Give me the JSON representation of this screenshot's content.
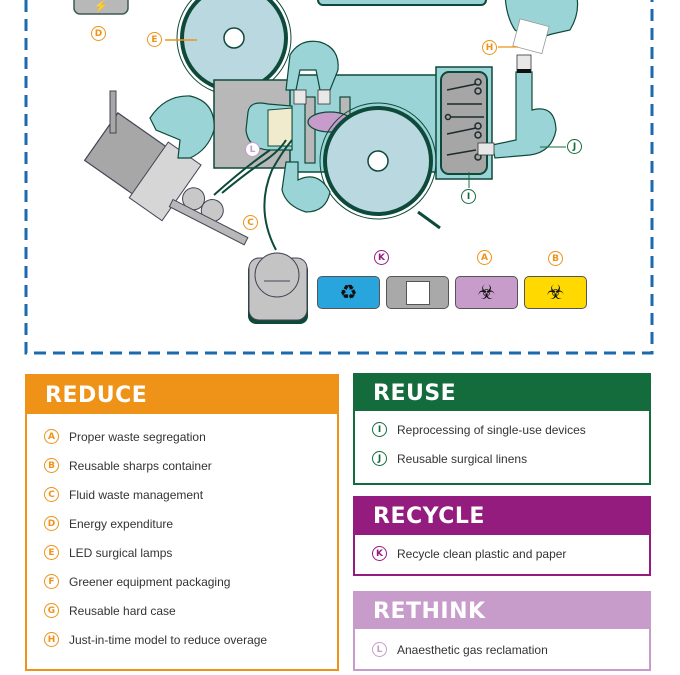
{
  "colors": {
    "reduce": "#ee9318",
    "reuse": "#146c3d",
    "recycle": "#951c7f",
    "rethink": "#c79ccb",
    "boundary_dash": "#1a6aad",
    "scrubs": "#9bd4d6",
    "equipment_gray": "#b8b8b8",
    "outline": "#0e4a3a"
  },
  "diagram": {
    "markers": [
      {
        "letter": "D",
        "label": "Energy expenditure",
        "category": "reduce"
      },
      {
        "letter": "E",
        "label": "LED surgical lamps",
        "category": "reduce"
      },
      {
        "letter": "H",
        "label": "Just-in-time model to reduce overage",
        "category": "reduce"
      },
      {
        "letter": "L",
        "label": "Anaesthetic gas reclamation",
        "category": "rethink"
      },
      {
        "letter": "J",
        "label": "Reusable surgical linens",
        "category": "reuse"
      },
      {
        "letter": "C",
        "label": "Fluid waste management",
        "category": "reduce"
      },
      {
        "letter": "I",
        "label": "Reprocessing of single-use devices",
        "category": "reuse"
      },
      {
        "letter": "K",
        "label": "Recycle clean plastic and paper",
        "category": "recycle"
      },
      {
        "letter": "A",
        "label": "Proper waste segregation",
        "category": "reduce"
      },
      {
        "letter": "B",
        "label": "Reusable sharps container",
        "category": "reduce"
      }
    ],
    "bins": [
      {
        "name": "recycling-bin",
        "icon": "♻",
        "color": "#29a5de"
      },
      {
        "name": "paper-bin",
        "icon": "□",
        "color": "#a9a9a9"
      },
      {
        "name": "biohazard-bin",
        "icon": "☣",
        "color": "#c79ccb"
      },
      {
        "name": "sharps-bin",
        "icon": "☣",
        "color": "#ffd900"
      }
    ],
    "power_icon": "⚡"
  },
  "panels": {
    "reduce": {
      "title": "REDUCE",
      "items": [
        {
          "letter": "A",
          "text": "Proper waste segregation"
        },
        {
          "letter": "B",
          "text": "Reusable sharps container"
        },
        {
          "letter": "C",
          "text": "Fluid waste management"
        },
        {
          "letter": "D",
          "text": "Energy expenditure"
        },
        {
          "letter": "E",
          "text": "LED surgical lamps"
        },
        {
          "letter": "F",
          "text": "Greener equipment packaging"
        },
        {
          "letter": "G",
          "text": "Reusable hard case"
        },
        {
          "letter": "H",
          "text": "Just-in-time model to reduce overage"
        }
      ]
    },
    "reuse": {
      "title": "REUSE",
      "items": [
        {
          "letter": "I",
          "text": "Reprocessing of single-use devices"
        },
        {
          "letter": "J",
          "text": "Reusable surgical linens"
        }
      ]
    },
    "recycle": {
      "title": "RECYCLE",
      "items": [
        {
          "letter": "K",
          "text": "Recycle clean plastic and paper"
        }
      ]
    },
    "rethink": {
      "title": "RETHINK",
      "items": [
        {
          "letter": "L",
          "text": "Anaesthetic gas reclamation"
        }
      ]
    }
  }
}
